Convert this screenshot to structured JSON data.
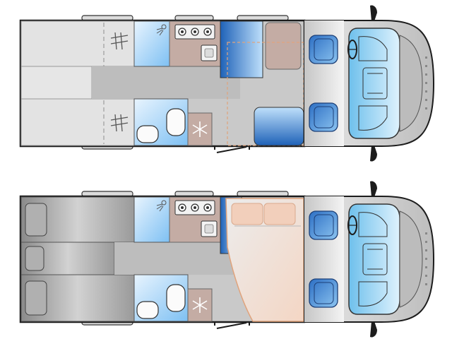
{
  "layouts": [
    {
      "id": "day",
      "state": "seating-mode"
    },
    {
      "id": "night",
      "state": "sleeping-mode"
    }
  ],
  "symbols": {
    "freezer": "snowflake-icon",
    "shower": "shower-head-icon",
    "bed_slats": "slatted-frame-icon",
    "hob": "three-burner-hob-icon",
    "seat": "cab-seat-icon",
    "wheel": "steering-wheel-icon"
  },
  "colors": {
    "floor": "#c9c9c9",
    "cabinet": "#e6e6e6",
    "outline": "#202020",
    "wood": "#c4aca4",
    "upholstery": "#3a78c8",
    "bathroom": "#cfe7fb",
    "bed_cushion": "#f2cfbb",
    "mattress": "#d8d8d8"
  }
}
